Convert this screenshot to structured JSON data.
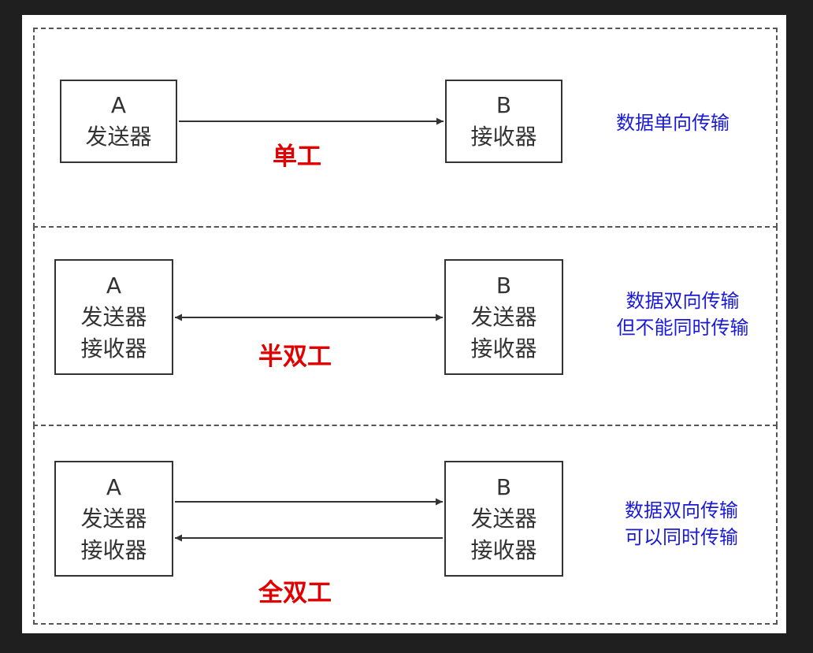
{
  "colors": {
    "mode_label": "#e00000",
    "description": "#1a1ad6",
    "line": "#333333"
  },
  "simplex": {
    "mode_label": "单工",
    "sender": {
      "letter": "A",
      "role1": "发送器"
    },
    "receiver": {
      "letter": "B",
      "role1": "接收器"
    },
    "description": {
      "line1": "数据单向传输"
    }
  },
  "half_duplex": {
    "mode_label": "半双工",
    "sender": {
      "letter": "A",
      "role1": "发送器",
      "role2": "接收器"
    },
    "receiver": {
      "letter": "B",
      "role1": "发送器",
      "role2": "接收器"
    },
    "description": {
      "line1": "数据双向传输",
      "line2": "但不能同时传输"
    }
  },
  "full_duplex": {
    "mode_label": "全双工",
    "sender": {
      "letter": "A",
      "role1": "发送器",
      "role2": "接收器"
    },
    "receiver": {
      "letter": "B",
      "role1": "发送器",
      "role2": "接收器"
    },
    "description": {
      "line1": "数据双向传输",
      "line2": "可以同时传输"
    }
  }
}
